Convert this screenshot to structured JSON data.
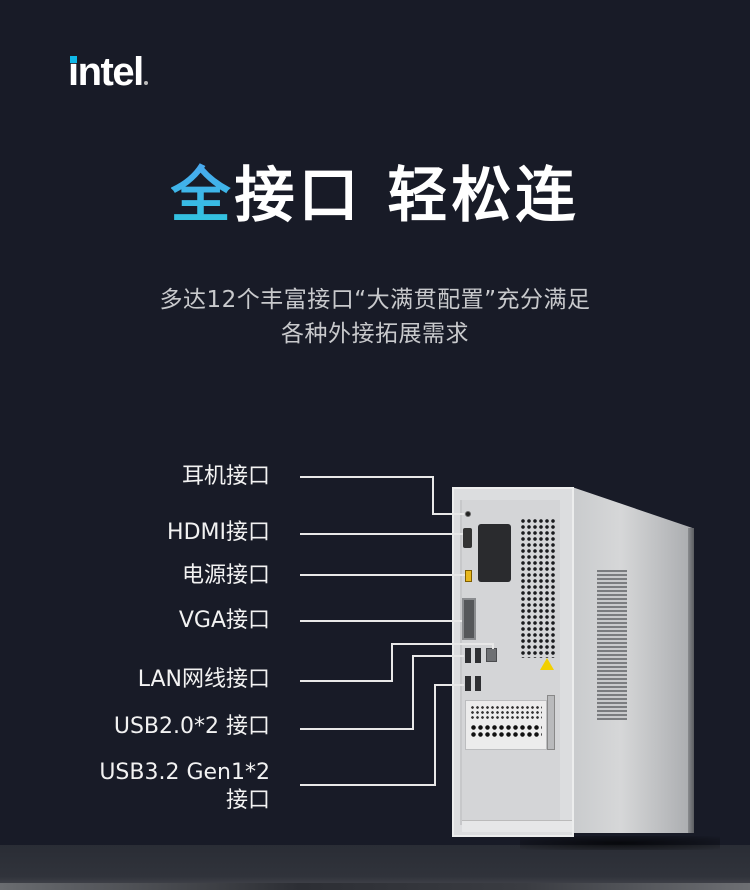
{
  "brand": {
    "logo_text": "intel",
    "logo_accent_color": "#0fb8e8"
  },
  "headline": {
    "accent": "全",
    "rest": "接口 轻松连",
    "accent_gradient": [
      "#4aa8f0",
      "#2ec7dd"
    ]
  },
  "subtitle": {
    "line1": "多达12个丰富接口“大满贯配置”充分满足",
    "line2": "各种外接拓展需求"
  },
  "ports": [
    {
      "label": "耳机接口"
    },
    {
      "label": "HDMI接口"
    },
    {
      "label": "电源接口"
    },
    {
      "label": "VGA接口"
    },
    {
      "label": "LAN网线接口"
    },
    {
      "label": "USB2.0*2 接口"
    },
    {
      "label": "USB3.2 Gen1*2",
      "label_line2": "接口"
    }
  ],
  "colors": {
    "background": "#181b27",
    "text": "#f2f2f2",
    "subtitle": "#c8c9cc"
  }
}
